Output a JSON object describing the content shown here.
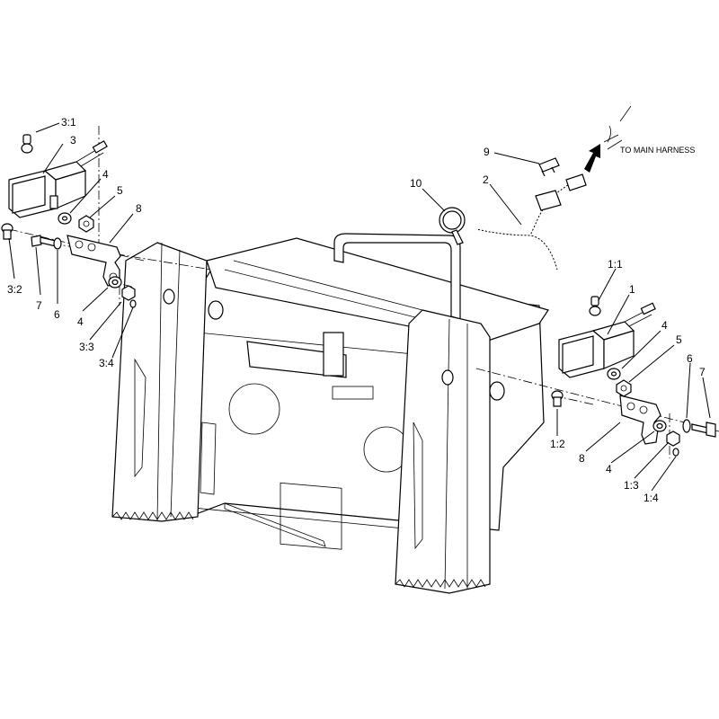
{
  "callouts": [
    {
      "id": "c-3-1",
      "text": "3:1"
    },
    {
      "id": "c-3",
      "text": "3"
    },
    {
      "id": "c-4-l",
      "text": "4"
    },
    {
      "id": "c-5-l",
      "text": "5"
    },
    {
      "id": "c-8-l",
      "text": "8"
    },
    {
      "id": "c-3-2",
      "text": "3:2"
    },
    {
      "id": "c-7-l",
      "text": "7"
    },
    {
      "id": "c-6-l",
      "text": "6"
    },
    {
      "id": "c-4-l2",
      "text": "4"
    },
    {
      "id": "c-3-3",
      "text": "3:3"
    },
    {
      "id": "c-3-4",
      "text": "3:4"
    },
    {
      "id": "c-9",
      "text": "9"
    },
    {
      "id": "c-10",
      "text": "10"
    },
    {
      "id": "c-2",
      "text": "2"
    },
    {
      "id": "c-1-1",
      "text": "1:1"
    },
    {
      "id": "c-1",
      "text": "1"
    },
    {
      "id": "c-4-r",
      "text": "4"
    },
    {
      "id": "c-5-r",
      "text": "5"
    },
    {
      "id": "c-6-r",
      "text": "6"
    },
    {
      "id": "c-7-r",
      "text": "7"
    },
    {
      "id": "c-1-2",
      "text": "1:2"
    },
    {
      "id": "c-8-r",
      "text": "8"
    },
    {
      "id": "c-4-r2",
      "text": "4"
    },
    {
      "id": "c-1-3",
      "text": "1:3"
    },
    {
      "id": "c-1-4",
      "text": "1:4"
    }
  ],
  "harness_label": "TO MAIN HARNESS"
}
